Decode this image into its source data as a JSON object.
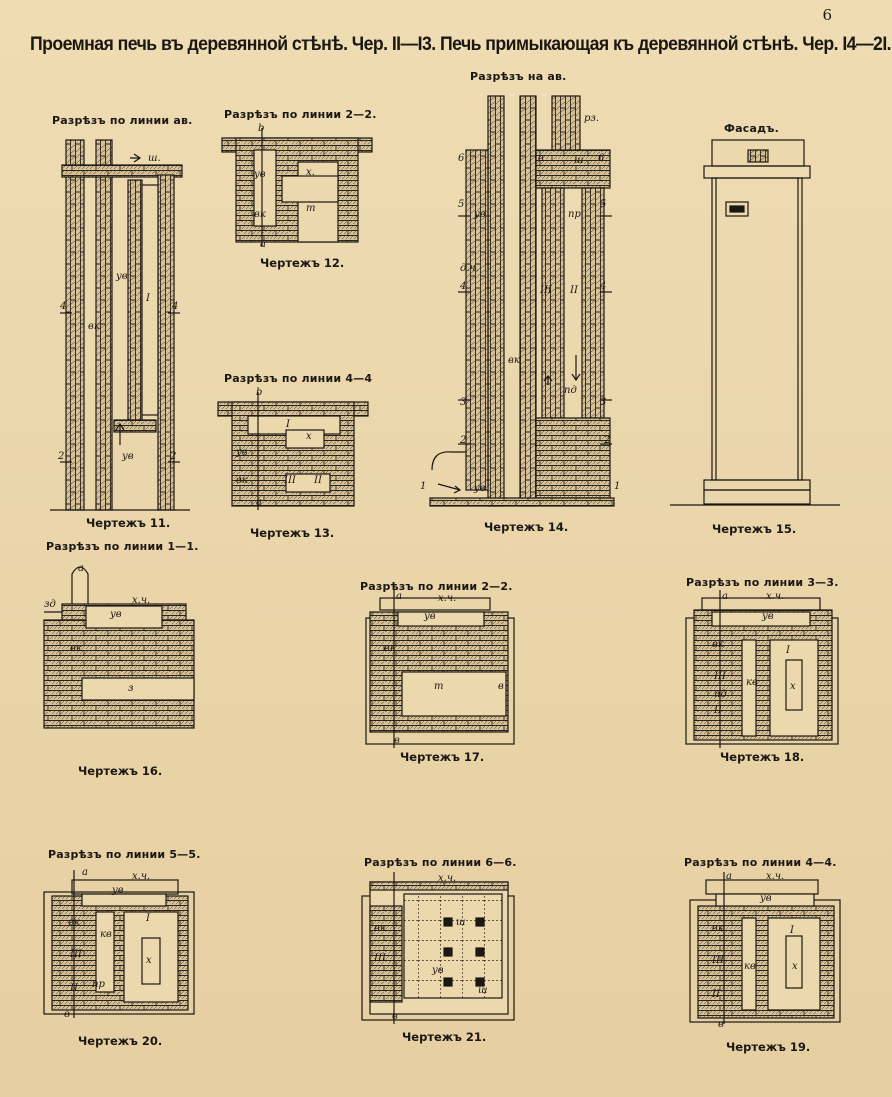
{
  "page_number": "6",
  "title": "Проемная печь въ деревянной стѣнѣ. Чер. II—I3. Печь примыкающая къ деревянной стѣнѣ. Чер. I4—2I.",
  "figures": [
    {
      "section": "Разрѣзъ по линии ав.",
      "caption": "Чертежъ 11."
    },
    {
      "section": "Разрѣзъ по линии 2—2.",
      "caption": "Чертежъ 12."
    },
    {
      "section": "Разрѣзъ по линии 4—4",
      "caption": "Чертежъ 13."
    },
    {
      "section": "Разрѣзъ на ав.",
      "caption": "Чертежъ 14."
    },
    {
      "section": "Фасадъ.",
      "caption": "Чертежъ 15."
    },
    {
      "section": "Разрѣзъ по линии 1—1.",
      "caption": "Чертежъ 16."
    },
    {
      "section": "Разрѣзъ по линии 2—2.",
      "caption": "Чертежъ 17."
    },
    {
      "section": "Разрѣзъ по линии 3—3.",
      "caption": "Чертежъ 18."
    },
    {
      "section": "Разрѣзъ по линии 5—5.",
      "caption": "Чертежъ 20."
    },
    {
      "section": "Разрѣзъ по линии 6—6.",
      "caption": "Чертежъ 21."
    },
    {
      "section": "Разрѣзъ по линии 4—4.",
      "caption": "Чертежъ 19."
    }
  ],
  "marks": {
    "f11": [
      "ш.",
      "ув",
      "вк",
      "I",
      "ув",
      "4",
      "4",
      "2",
      "2"
    ],
    "f12": [
      "b",
      "ув",
      "х.",
      "вк",
      "т",
      "a"
    ],
    "f13": [
      "b",
      "I",
      "х",
      "ув",
      "вк",
      "III",
      "II",
      "a"
    ],
    "f14": [
      "рз.",
      "6",
      "6",
      "в",
      "ш",
      "5",
      "5",
      "ув",
      "пр",
      "д.ч.",
      "4",
      "4",
      "III",
      "II",
      "вк",
      "пд",
      "3",
      "3",
      "2",
      "2",
      "ув",
      "1",
      "1"
    ],
    "f16": [
      "a",
      "зд",
      "х.ч.",
      "ув",
      "вк",
      "з"
    ],
    "f17": [
      "a",
      "х.ч.",
      "ув",
      "вк",
      "т",
      "в",
      "в"
    ],
    "f18": [
      "a",
      "х.ч.",
      "ув",
      "вк",
      "I",
      "III",
      "кв",
      "х",
      "пд",
      "II"
    ],
    "f20": [
      "a",
      "х.ч.",
      "ув",
      "вк",
      "кв",
      "I",
      "III",
      "х",
      "II",
      "пр",
      "в"
    ],
    "f21": [
      "х.ч.",
      "вк",
      "ш",
      "III",
      "ув",
      "ш",
      "в"
    ],
    "f19": [
      "a",
      "х.ч.",
      "ув",
      "вк",
      "I",
      "III",
      "кв",
      "х",
      "II",
      "в"
    ]
  }
}
